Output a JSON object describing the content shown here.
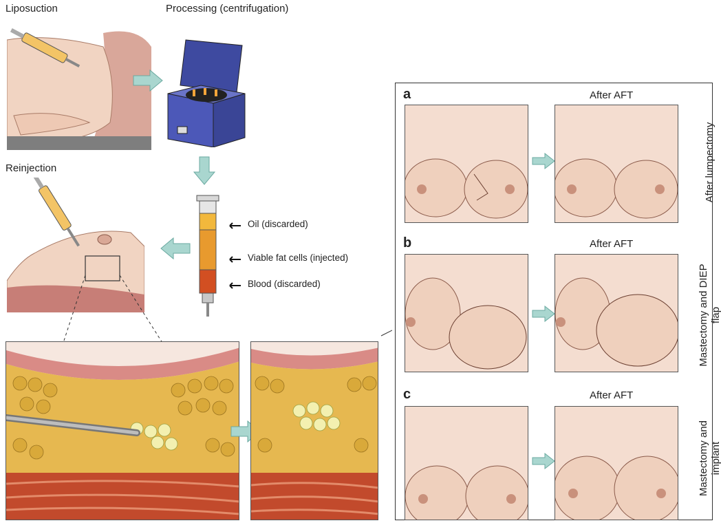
{
  "steps": {
    "liposuction": "Liposuction",
    "processing": "Processing (centrifugation)",
    "reinjection": "Reinjection"
  },
  "syringe_layers": [
    {
      "label": "Oil (discarded)"
    },
    {
      "label": "Viable fat cells (injected)"
    },
    {
      "label": "Blood (discarded)"
    }
  ],
  "sections": [
    {
      "letter": "a",
      "after": "After AFT",
      "side": "After lumpectomy"
    },
    {
      "letter": "b",
      "after": "After AFT",
      "side_line1": "Mastectomy and DIEP",
      "side_line2": "flap"
    },
    {
      "letter": "c",
      "after": "After AFT",
      "side_line1": "Mastectomy and",
      "side_line2": "implant"
    }
  ],
  "colors": {
    "arrow_fill": "#a9d6cf",
    "arrow_stroke": "#6aa9a0",
    "skin": "#f1d4c2",
    "fat": "#e0b54a",
    "muscle": "#c4452c"
  }
}
